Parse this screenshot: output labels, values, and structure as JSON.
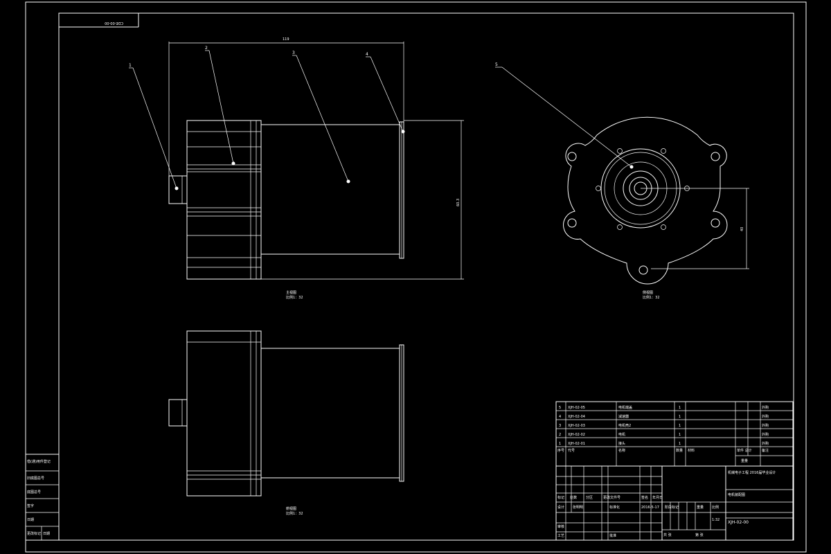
{
  "drawing": {
    "top_left_code": "СDE-00-00",
    "overall_length_dim": "119",
    "height_dim": "60.3",
    "bolt_offset_dim": "40",
    "view_front_caption_1": "主视图",
    "view_front_caption_2": "比例1：32",
    "view_side_caption_1": "侧视图",
    "view_side_caption_2": "比例1：32",
    "view_top_caption_1": "俯视图",
    "view_top_caption_2": "比例1：32",
    "balloons": [
      "1",
      "2",
      "3",
      "4",
      "5"
    ]
  },
  "left_stamp": {
    "rows": [
      "借(通)用件登记",
      "旧底图总号",
      "底图总号",
      "签字",
      "日期"
    ],
    "bottom_cells": [
      "更改标记",
      "日期"
    ]
  },
  "bom": {
    "rows": [
      {
        "no": "5",
        "code": "XJH-02-05",
        "name": "电机端盖",
        "qty": "1",
        "remark": "外购"
      },
      {
        "no": "4",
        "code": "XJH-02-04",
        "name": "减速器",
        "qty": "1",
        "remark": "外购"
      },
      {
        "no": "3",
        "code": "XJH-02-03",
        "name": "电机壳2",
        "qty": "1",
        "remark": "外购"
      },
      {
        "no": "2",
        "code": "XJH-02-02",
        "name": "电机",
        "qty": "1",
        "remark": "外购"
      },
      {
        "no": "1",
        "code": "XJH-02-01",
        "name": "接头",
        "qty": "1",
        "remark": "外购"
      }
    ],
    "header": {
      "no": "序号",
      "code": "代号",
      "name": "名称",
      "qty": "数量",
      "material": "材料",
      "weight": "单件 总计",
      "weight2": "重量",
      "remark": "备注"
    }
  },
  "title_block": {
    "row_labels": [
      "标记",
      "处数",
      "分区",
      "更改文件号",
      "签名",
      "年月日"
    ],
    "design": "设计",
    "design_name": "张明明",
    "standard": "标准化",
    "review": "审核",
    "process": "工艺",
    "approve": "批准",
    "date1": "2016-5-17",
    "stage_label": "阶段标记",
    "weight_label": "重量",
    "scale_label": "比例",
    "scale_value": "1:32",
    "sheets": "共 张",
    "sheet": "第 张",
    "school": "机械电子工程 2016届毕业设计",
    "drawing_name": "电机装配图",
    "drawing_code": "XJH-02-00"
  }
}
